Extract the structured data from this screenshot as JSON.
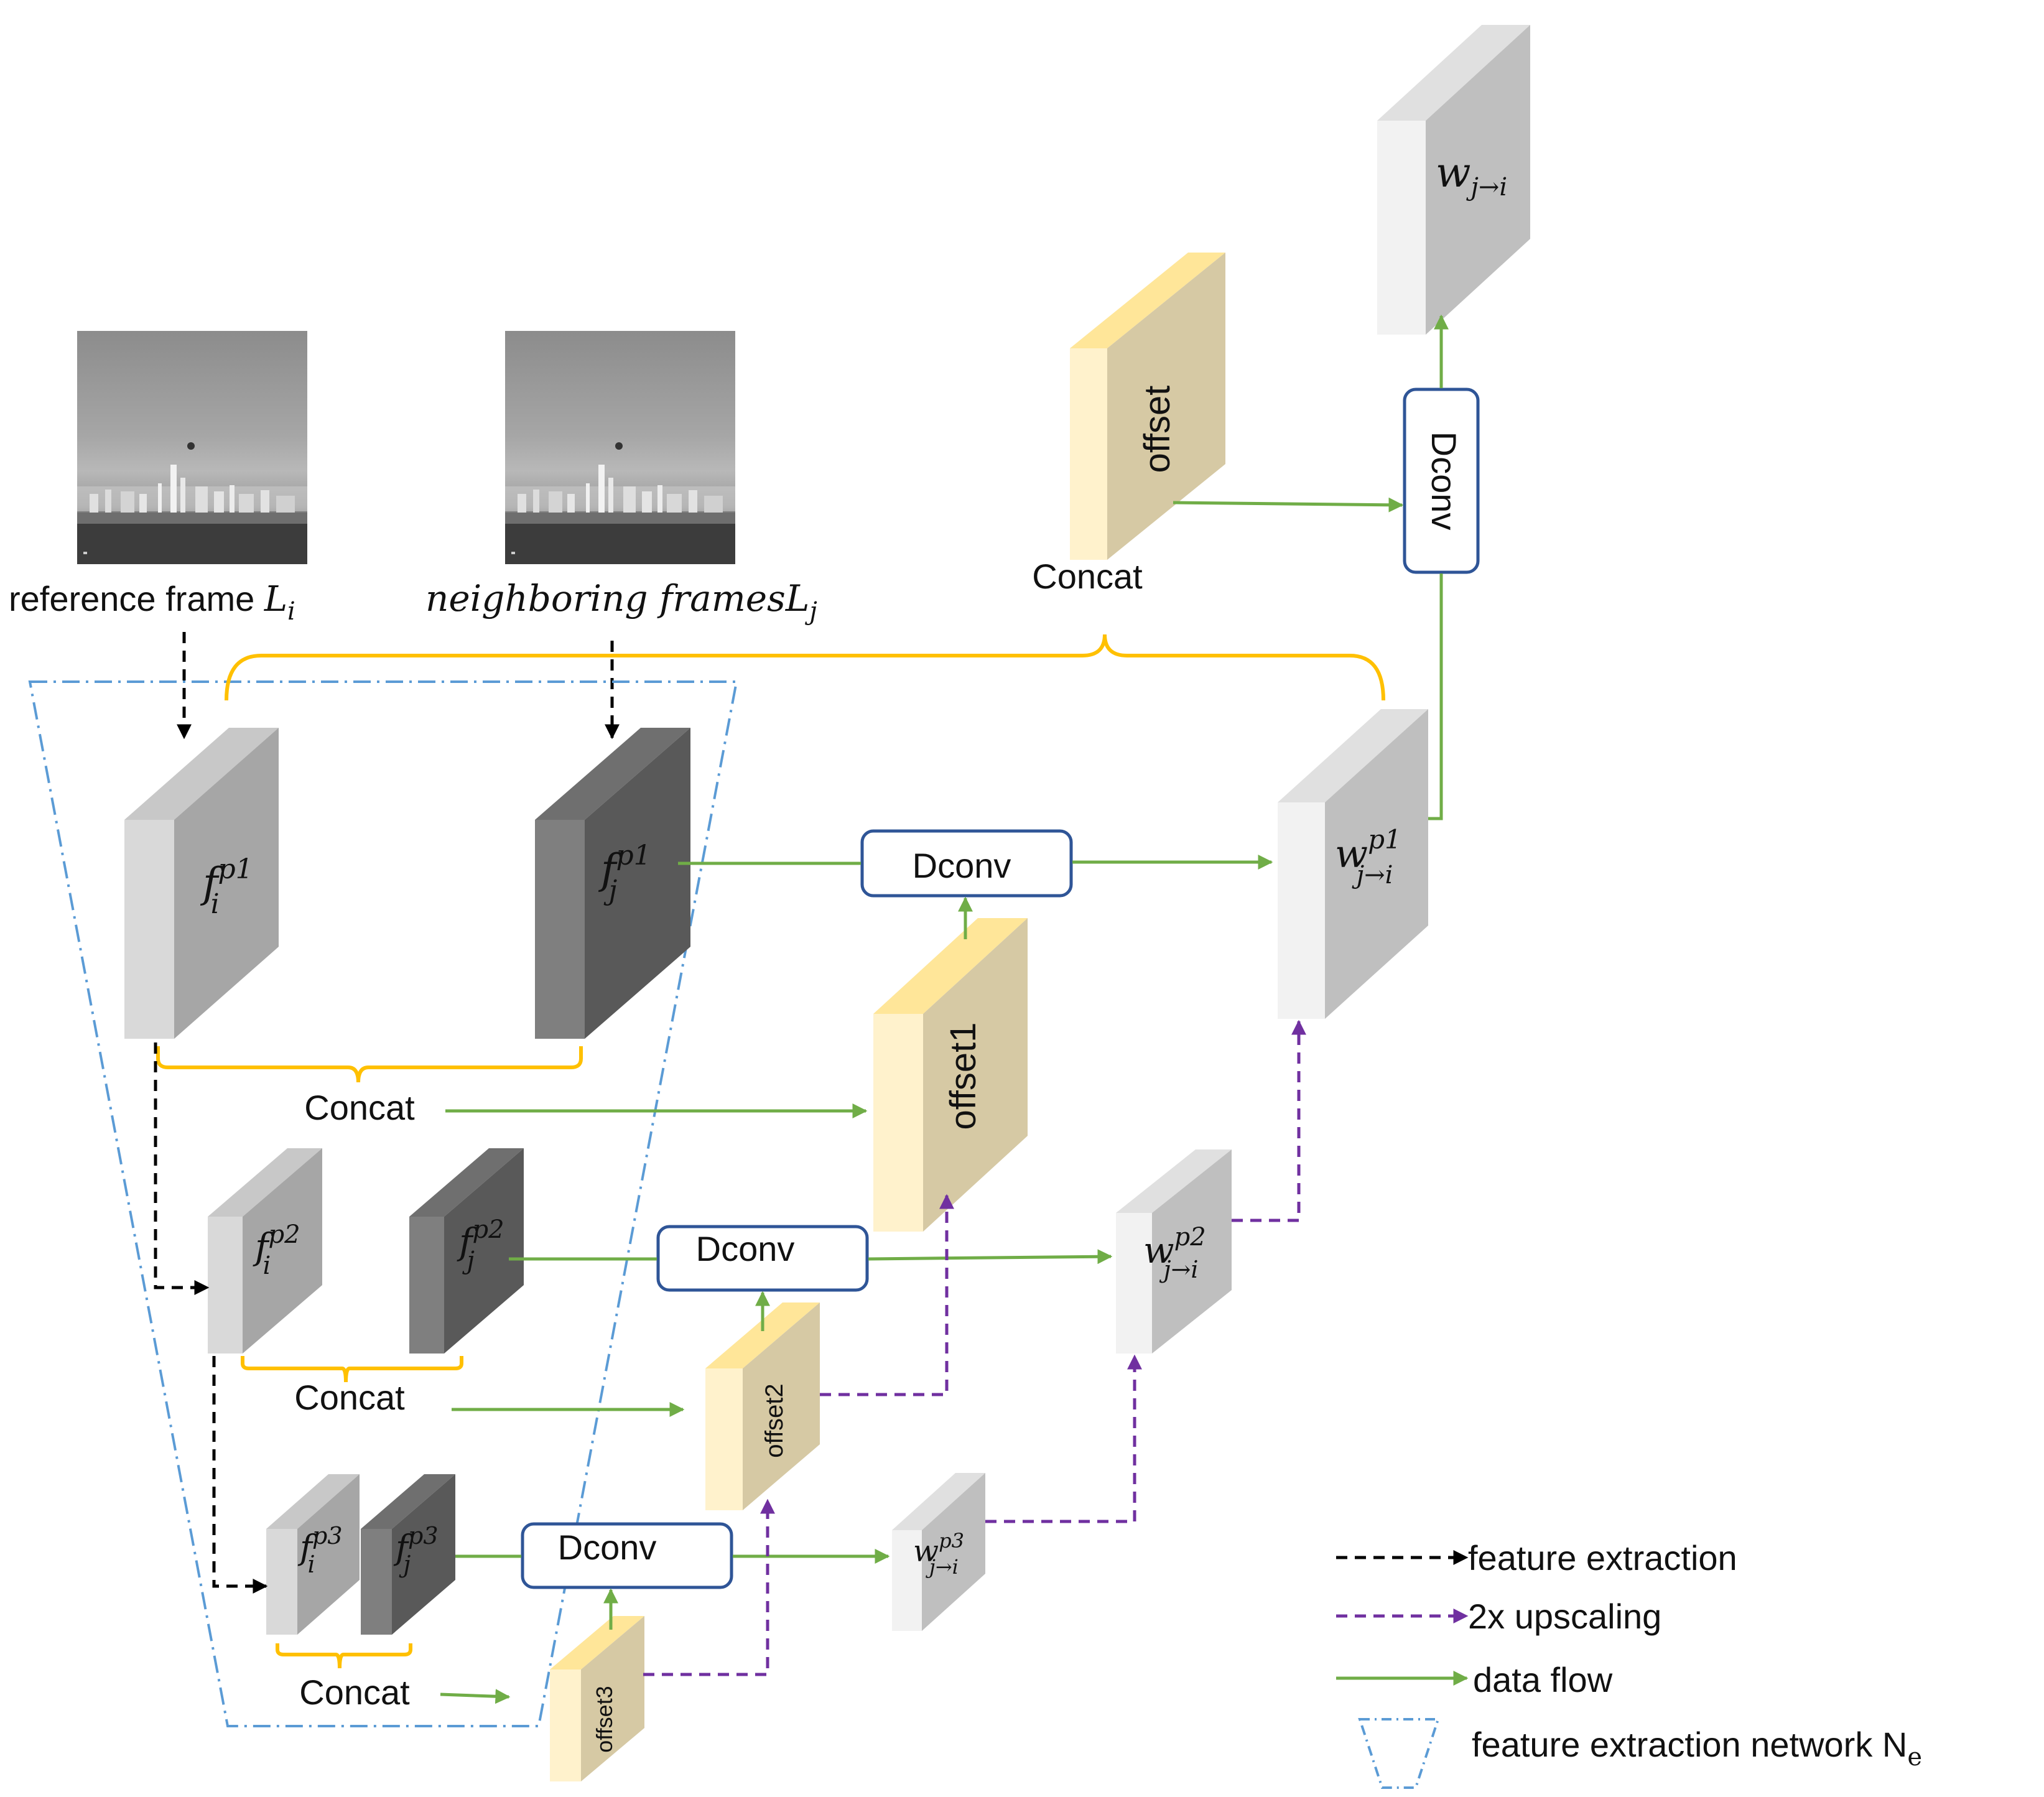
{
  "inputs": {
    "reference_label": "reference frame",
    "reference_var": "L",
    "reference_sub": "i",
    "neighbor_label": "neighboring frames",
    "neighbor_var": "L",
    "neighbor_sub": "j"
  },
  "features": {
    "p1": {
      "i_sup": "p1",
      "i_sub": "i",
      "j_sup": "p1",
      "j_sub": "j"
    },
    "p2": {
      "i_sup": "p2",
      "i_sub": "i",
      "j_sup": "p2",
      "j_sub": "j"
    },
    "p3": {
      "i_sup": "p3",
      "i_sub": "i",
      "j_sup": "p3",
      "j_sub": "j"
    },
    "f": "f"
  },
  "blocks": {
    "concat": "Concat",
    "dconv": "Dconv",
    "offset": "offset",
    "offset1": "offset1",
    "offset2": "offset2",
    "offset3": "offset3"
  },
  "warped": {
    "w": "w",
    "sub": "j→i",
    "p1_sup": "p1",
    "p2_sup": "p2",
    "p3_sup": "p3"
  },
  "legend": {
    "feature_extraction": "feature extraction",
    "upscaling": "2x upscaling",
    "data_flow": "data flow",
    "network": "feature extraction network N",
    "network_sub": "e"
  },
  "colors": {
    "green": "#70ad47",
    "purple": "#7030a0",
    "black": "#000000",
    "yellow": "#ffc000",
    "blue_dash": "#5b9bd5",
    "offset_front": "#fff2cc",
    "offset_face": "#d6c9a4",
    "dconv_border": "#2f5597"
  }
}
